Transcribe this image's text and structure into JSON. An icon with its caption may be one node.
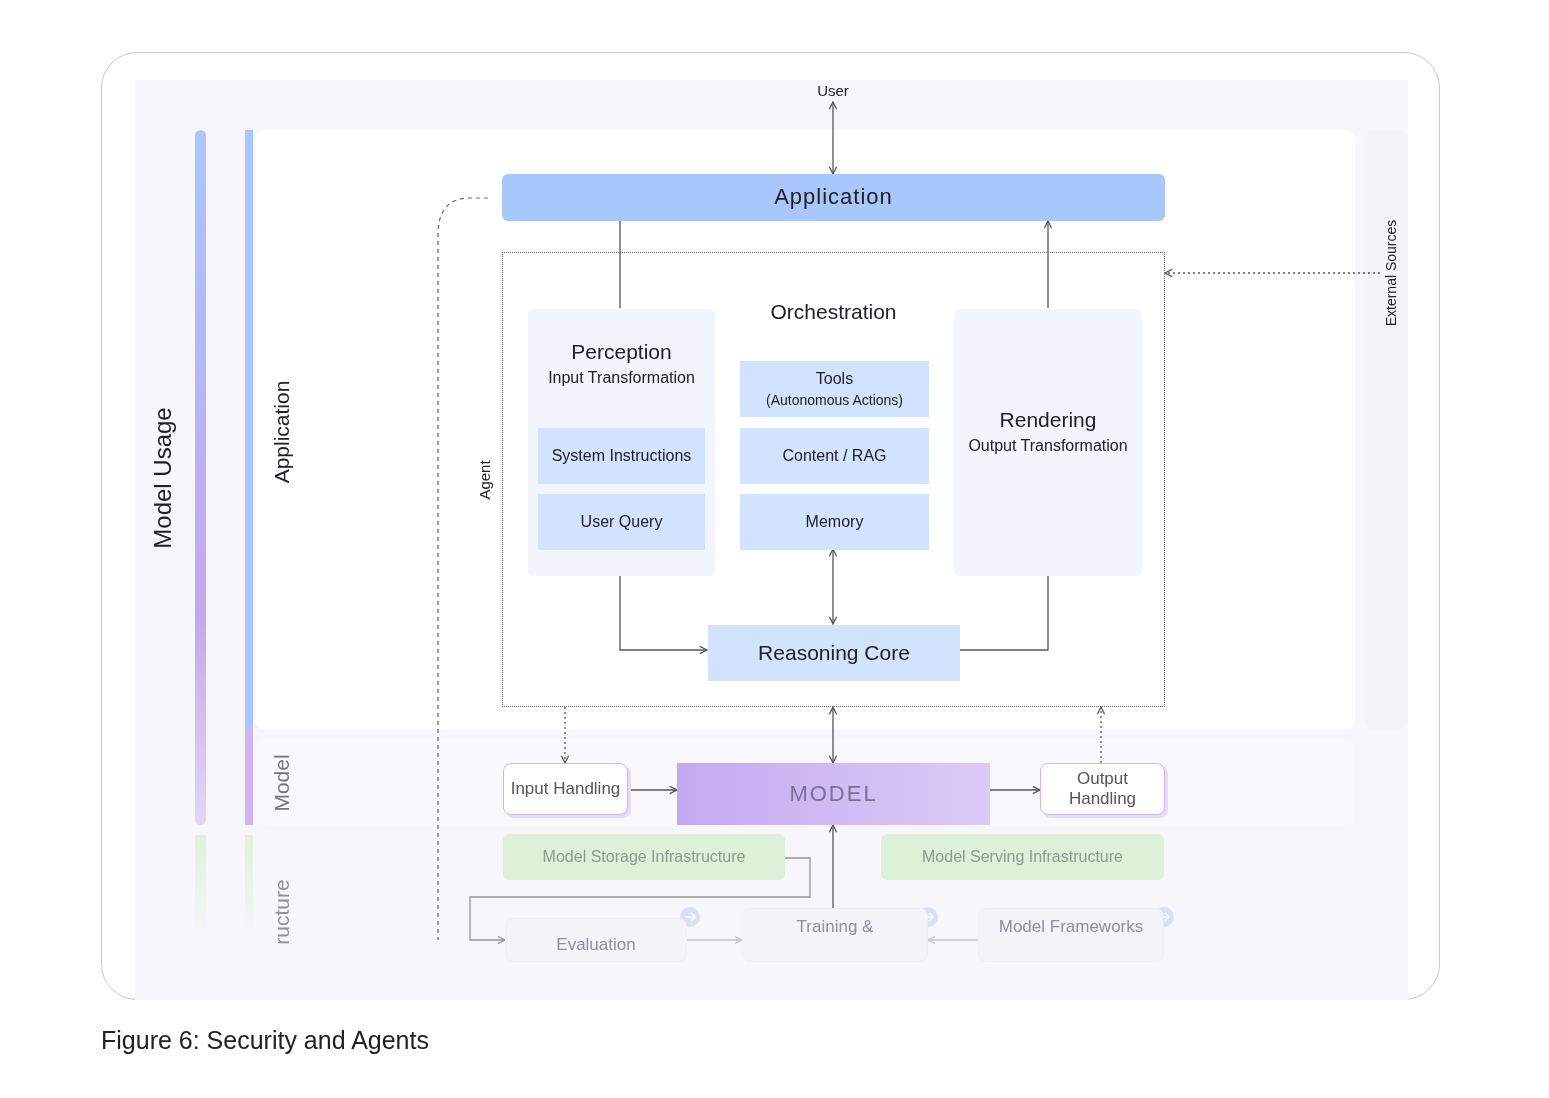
{
  "diagram": {
    "caption": "Figure 6: Security and Agents",
    "nodes": [
      {
        "text": [
          "User"
        ]
      },
      {
        "text": [
          "Application"
        ]
      },
      {
        "text": [
          "Orchestration"
        ]
      },
      {
        "text": [
          "Perception",
          "Input Transformation"
        ],
        "in": 2
      },
      {
        "text": [
          "System Instructions"
        ],
        "in": 3
      },
      {
        "text": [
          "User Query"
        ],
        "in": 3
      },
      {
        "text": [
          "Tools",
          "(Autonomous Actions)"
        ],
        "in": 2
      },
      {
        "text": [
          "Content / RAG"
        ],
        "in": 2
      },
      {
        "text": [
          "Memory"
        ],
        "in": 2
      },
      {
        "text": [
          "Rendering",
          "Output Transformation"
        ],
        "in": 2
      },
      {
        "text": [
          "Reasoning Core"
        ],
        "in": 2
      },
      {
        "text": [
          "Input Handling"
        ]
      },
      {
        "text": [
          "MODEL"
        ]
      },
      {
        "text": [
          "Output Handling"
        ]
      },
      {
        "text": [
          "Model Storage Infrastructure"
        ]
      },
      {
        "text": [
          "Model Serving Infrastructure"
        ]
      },
      {
        "text": [
          "Evaluation"
        ]
      },
      {
        "text": [
          "Training &"
        ]
      },
      {
        "text": [
          "Model Frameworks"
        ]
      },
      {
        "text": [
          "External Sources"
        ]
      }
    ],
    "edges": [
      {
        "from": 0,
        "to": 1,
        "arrow": "both"
      },
      {
        "from": 3,
        "to": 1,
        "arrow": "none"
      },
      {
        "from": 9,
        "to": 1,
        "arrow": "to"
      },
      {
        "from": 3,
        "to": 10,
        "arrow": "to"
      },
      {
        "from": 10,
        "to": 9,
        "arrow": "none"
      },
      {
        "from": 8,
        "to": 10,
        "arrow": "both"
      },
      {
        "from": 2,
        "to": 11,
        "arrow": "to",
        "style": "dashed"
      },
      {
        "from": 2,
        "to": 12,
        "arrow": "both"
      },
      {
        "from": 13,
        "to": 2,
        "arrow": "to",
        "style": "dashed"
      },
      {
        "from": 11,
        "to": 12,
        "arrow": "to"
      },
      {
        "from": 12,
        "to": 13,
        "arrow": "to"
      },
      {
        "from": 19,
        "to": 2,
        "arrow": "to",
        "style": "dashed"
      },
      {
        "from": 14,
        "to": 16,
        "arrow": "to"
      },
      {
        "from": 17,
        "to": 12,
        "arrow": "to"
      },
      {
        "from": 16,
        "to": 17,
        "arrow": "to"
      },
      {
        "from": 18,
        "to": 17,
        "arrow": "to"
      }
    ],
    "labels": [
      "Model Usage",
      "Application",
      "Agent",
      "Model",
      "ructure"
    ]
  }
}
